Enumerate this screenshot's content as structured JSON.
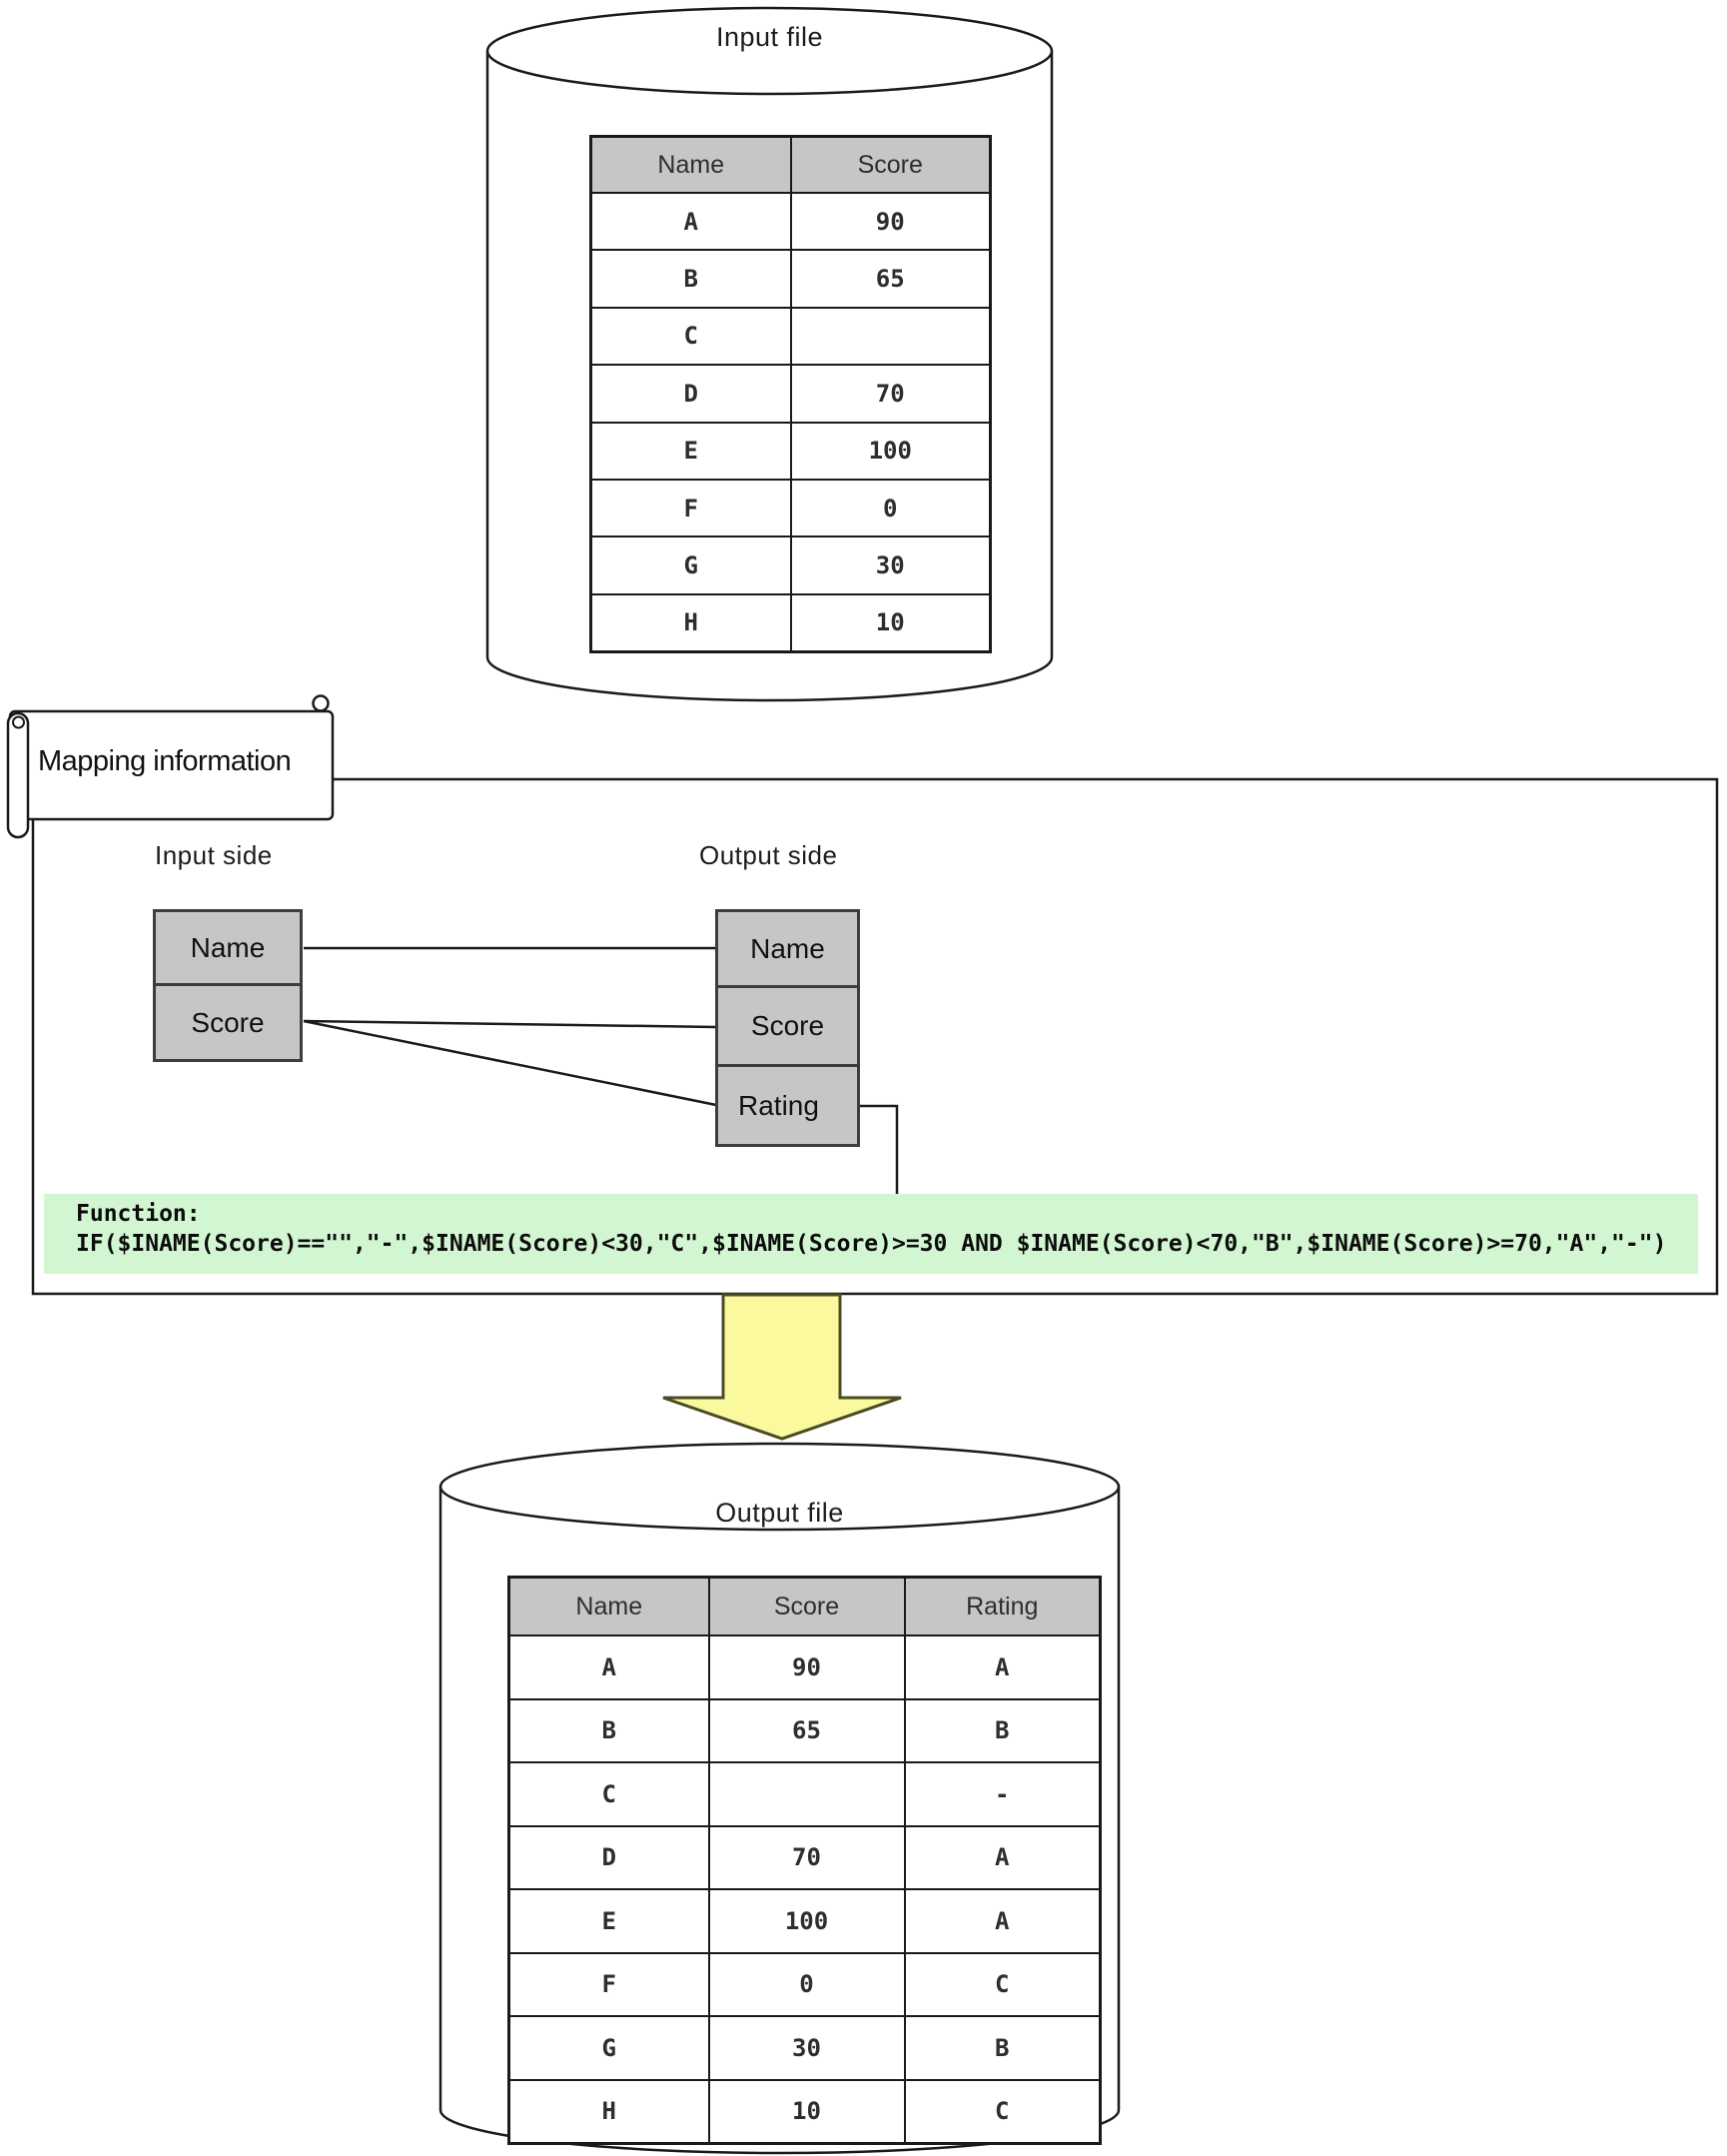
{
  "input_file": {
    "label": "Input file",
    "table": {
      "headers": [
        "Name",
        "Score"
      ],
      "rows": [
        {
          "name": "A",
          "score": "90"
        },
        {
          "name": "B",
          "score": "65"
        },
        {
          "name": "C",
          "score": ""
        },
        {
          "name": "D",
          "score": "70"
        },
        {
          "name": "E",
          "score": "100"
        },
        {
          "name": "F",
          "score": "0"
        },
        {
          "name": "G",
          "score": "30"
        },
        {
          "name": "H",
          "score": "10"
        }
      ]
    }
  },
  "mapping": {
    "banner_label": "Mapping information",
    "input_side_label": "Input side",
    "output_side_label": "Output side",
    "input_fields": [
      "Name",
      "Score"
    ],
    "output_fields": [
      "Name",
      "Score",
      "Rating"
    ],
    "function_label": "Function:",
    "function_expression": "IF($INAME(Score)==\"\",\"-\",$INAME(Score)<30,\"C\",$INAME(Score)>=30 AND $INAME(Score)<70,\"B\",$INAME(Score)>=70,\"A\",\"-\")"
  },
  "output_file": {
    "label": "Output file",
    "table": {
      "headers": [
        "Name",
        "Score",
        "Rating"
      ],
      "rows": [
        {
          "name": "A",
          "score": "90",
          "rating": "A"
        },
        {
          "name": "B",
          "score": "65",
          "rating": "B"
        },
        {
          "name": "C",
          "score": "",
          "rating": "-"
        },
        {
          "name": "D",
          "score": "70",
          "rating": "A"
        },
        {
          "name": "E",
          "score": "100",
          "rating": "A"
        },
        {
          "name": "F",
          "score": "0",
          "rating": "C"
        },
        {
          "name": "G",
          "score": "30",
          "rating": "B"
        },
        {
          "name": "H",
          "score": "10",
          "rating": "C"
        }
      ]
    }
  },
  "colors": {
    "header_fill": "#c6c6c6",
    "box_fill": "#c6c6c6",
    "function_bg": "#d2f5d2",
    "arrow_fill": "#fbf99e",
    "line": "#1a1a1a"
  }
}
